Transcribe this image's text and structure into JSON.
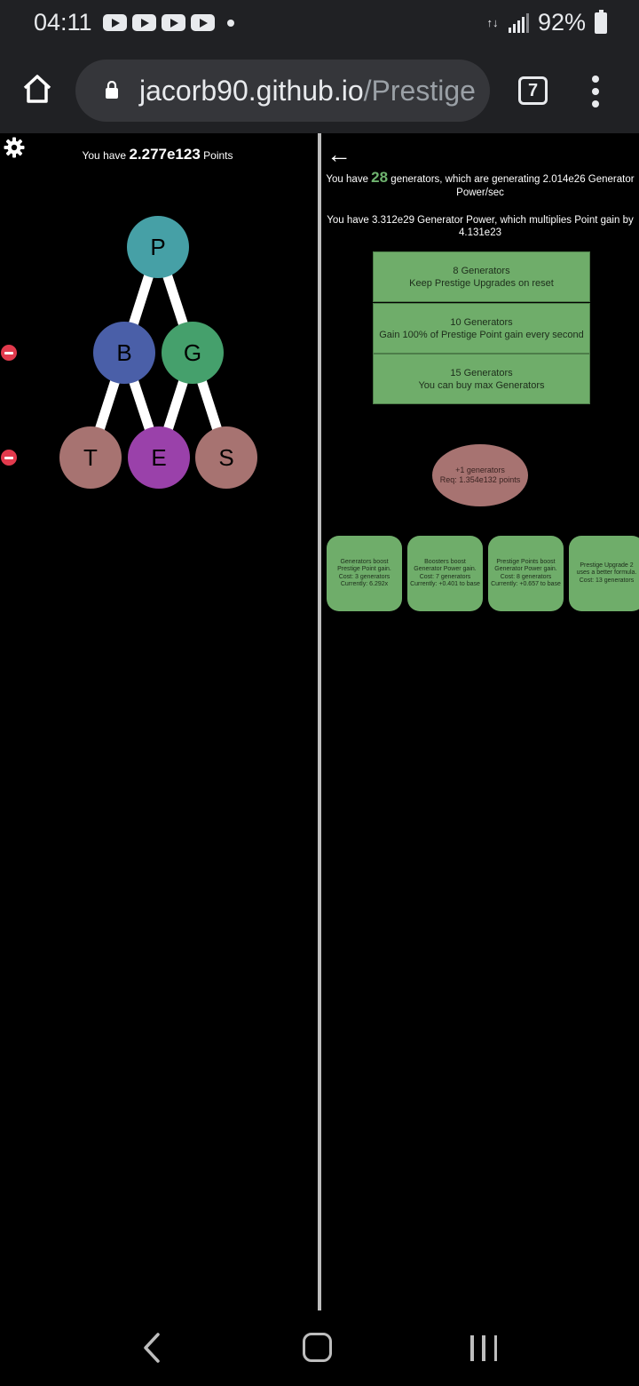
{
  "status_bar": {
    "time": "04:11",
    "battery": "92%"
  },
  "browser": {
    "url_host": "jacorb90.github.io",
    "url_path": "/Prestige",
    "tab_count": "7"
  },
  "left_panel": {
    "points_prefix": "You have",
    "points_value": "2.277e123",
    "points_suffix": "Points",
    "nodes": {
      "p": "P",
      "b": "B",
      "g": "G",
      "t": "T",
      "e": "E",
      "s": "S"
    }
  },
  "right_panel": {
    "back_arrow": "←",
    "gen_prefix": "You have",
    "gen_count": "28",
    "gen_suffix": "generators, which are generating 2.014e26 Generator Power/sec",
    "power_text": "You have 3.312e29 Generator Power, which multiplies Point gain by 4.131e23",
    "milestones": [
      {
        "title": "8 Generators",
        "desc": "Keep Prestige Upgrades on reset"
      },
      {
        "title": "10 Generators",
        "desc": "Gain 100% of Prestige Point gain every second"
      },
      {
        "title": "15 Generators",
        "desc": "You can buy max Generators"
      }
    ],
    "reset": {
      "line1": "+1 generators",
      "line2": "Req: 1.354e132 points"
    },
    "upgrades": [
      {
        "l1": "Generators boost",
        "l2": "Prestige Point gain.",
        "l3": "Cost: 3 generators",
        "l4": "Currently: 6.292x"
      },
      {
        "l1": "Boosters boost",
        "l2": "Generator Power gain.",
        "l3": "Cost: 7 generators",
        "l4": "Currently: +0.401 to base"
      },
      {
        "l1": "Prestige Points boost",
        "l2": "Generator Power gain.",
        "l3": "Cost: 8 generators",
        "l4": "Currently: +0.657 to base"
      },
      {
        "l1": "Prestige Upgrade 2",
        "l2": "uses a better formula.",
        "l3": "Cost: 13 generators",
        "l4": ""
      }
    ]
  },
  "colors": {
    "node_p": "#46a0a6",
    "node_b": "#4a5fa8",
    "node_g": "#45a06c",
    "node_t": "#a77371",
    "node_e": "#9a41aa",
    "node_s": "#a77371",
    "milestone": "#6fad6a",
    "minus": "#e23a4d"
  }
}
